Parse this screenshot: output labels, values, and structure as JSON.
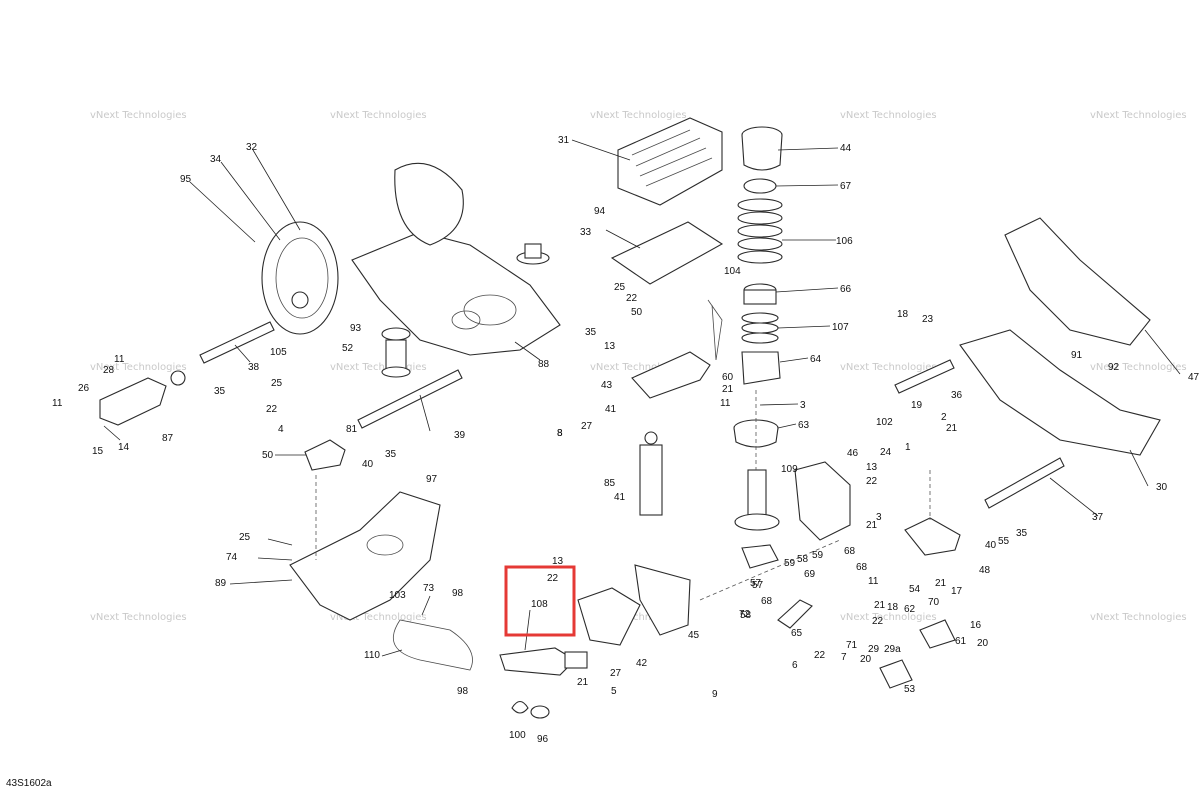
{
  "drawing_code": "43S1602a",
  "watermark_text": "vNext Technologies",
  "highlighted_callout": "108",
  "highlight_color": "#e53935",
  "callouts": [
    "31",
    "44",
    "67",
    "106",
    "66",
    "107",
    "64",
    "3",
    "63",
    "94",
    "33",
    "104",
    "25",
    "22",
    "50",
    "35",
    "88",
    "34",
    "32",
    "95",
    "93",
    "52",
    "105",
    "38",
    "35",
    "11",
    "28",
    "26",
    "87",
    "14",
    "15",
    "11",
    "25",
    "22",
    "4",
    "50",
    "40",
    "35",
    "39",
    "81",
    "97",
    "25",
    "74",
    "89",
    "103",
    "73",
    "98",
    "110",
    "98",
    "13",
    "43",
    "60",
    "21",
    "11",
    "41",
    "27",
    "8",
    "85",
    "41",
    "8",
    "109",
    "46",
    "13",
    "22",
    "21",
    "3",
    "18",
    "23",
    "36",
    "91",
    "92",
    "47",
    "102",
    "19",
    "2",
    "21",
    "24",
    "1",
    "30",
    "37",
    "35",
    "40",
    "55",
    "48",
    "108",
    "13",
    "22",
    "45",
    "42",
    "27",
    "21",
    "5",
    "100",
    "96",
    "59",
    "58",
    "57",
    "59",
    "58",
    "68",
    "69",
    "68",
    "72",
    "65",
    "6",
    "22",
    "68",
    "9",
    "71",
    "11",
    "21",
    "18",
    "22",
    "7",
    "20",
    "29",
    "29a",
    "53",
    "54",
    "21",
    "17",
    "70",
    "62",
    "16",
    "61",
    "20",
    "57"
  ]
}
